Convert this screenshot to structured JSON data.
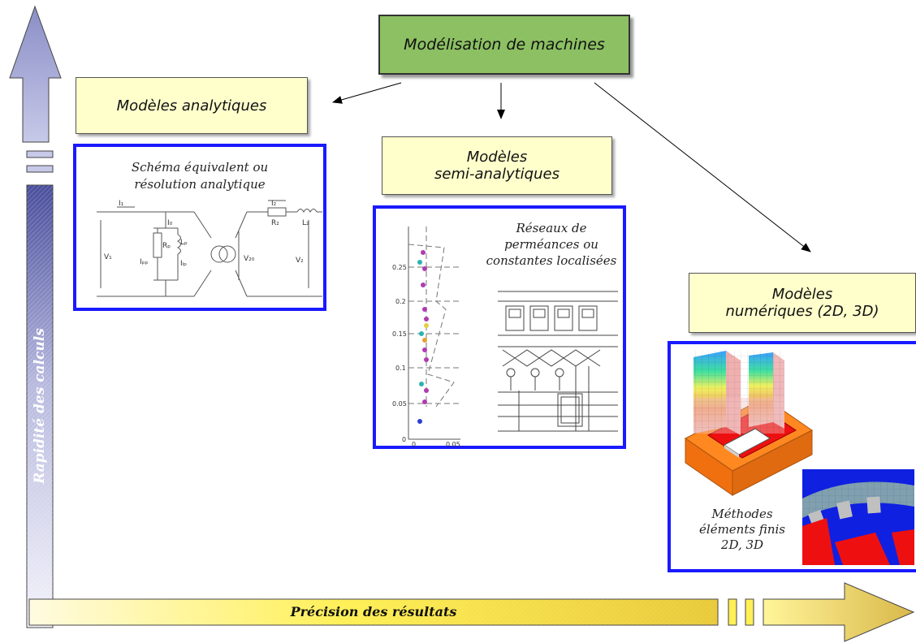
{
  "top_node": "Modélisation de machines",
  "analytic": {
    "title": "Modèles analytiques",
    "caption_line1": "Schéma équivalent ou",
    "caption_line2": "résolution analytique"
  },
  "semi": {
    "title_line1": "Modèles",
    "title_line2": "semi-analytiques",
    "caption_line1": "Réseaux de",
    "caption_line2": "perméances ou",
    "caption_line3": "constantes localisées",
    "y_ticks": [
      "0.25",
      "0.2",
      "0.15",
      "0.1",
      "0.05",
      "0"
    ],
    "x_ticks": [
      "0",
      "0.05"
    ]
  },
  "numeric": {
    "title_line1": "Modèles",
    "title_line2": "numériques (2D, 3D)",
    "caption_line1": "Méthodes",
    "caption_line2": "éléments finis",
    "caption_line3": "2D, 3D"
  },
  "axes": {
    "vertical_label": "Rapidité des calculs",
    "horizontal_label": "Précision des résultats"
  },
  "circuit_labels": {
    "i1": "I₁",
    "i2": "I₂",
    "v1": "V₁",
    "v2": "V₂",
    "v20": "V₂₀",
    "r2": "R₂",
    "l2": "L₂",
    "i0": "I₀",
    "rp": "Rₚ",
    "lp": "Lₚ",
    "ifp": "Iₚₚ",
    "ilp": "Iₗₚ"
  },
  "colors": {
    "frame_blue": "#1a1aff",
    "node_green": "#8cc063",
    "box_yellow": "#ffffcc",
    "axis_v_top": "#5a5fa8",
    "axis_h": "#ffee44"
  }
}
